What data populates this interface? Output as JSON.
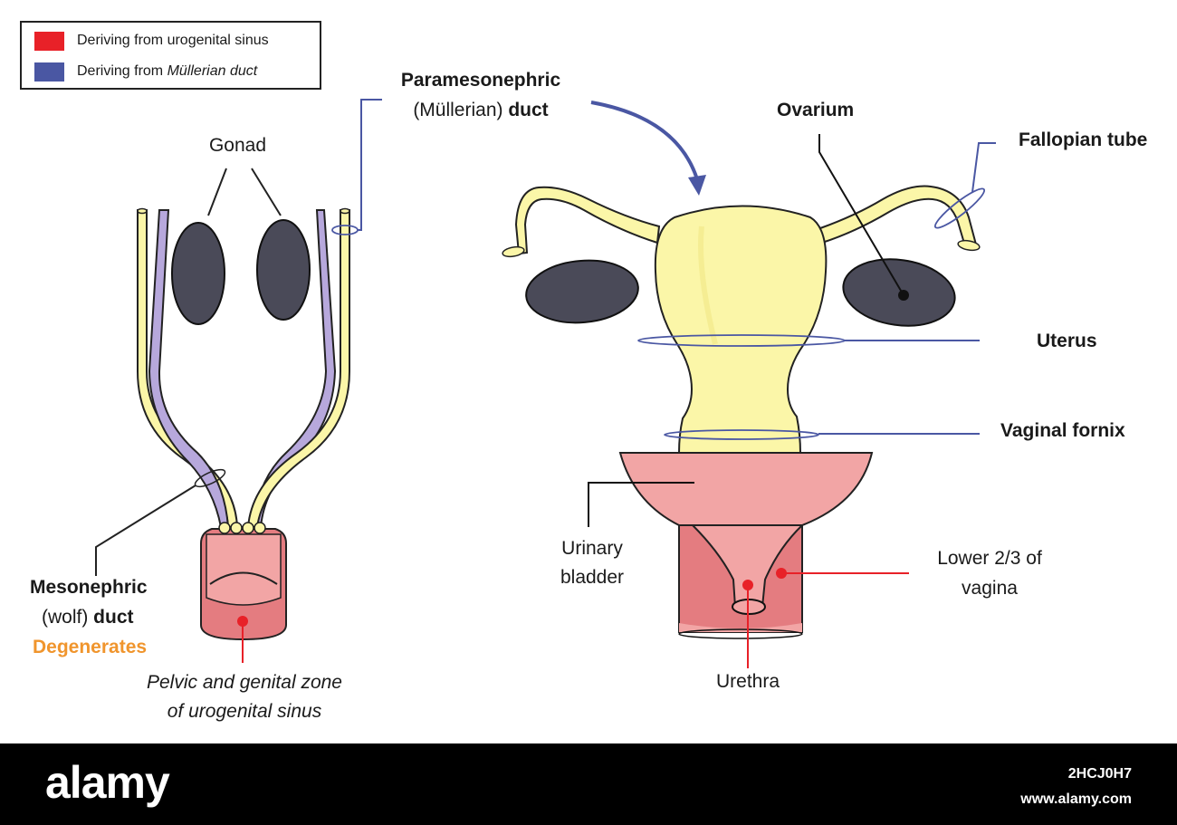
{
  "legend": {
    "items": [
      {
        "label": "Deriving from urogenital sinus",
        "color": "#e82128"
      },
      {
        "label": "Deriving from ",
        "label_italic": "Müllerian duct",
        "color": "#4a57a3"
      }
    ]
  },
  "left": {
    "gonad": "Gonad",
    "mesonephric_1": "Mesonephric",
    "mesonephric_2a": "(wolf) ",
    "mesonephric_2b": "duct",
    "degenerates": "Degenerates",
    "pelvic_1": "Pelvic and genital zone",
    "pelvic_2": "of urogenital sinus"
  },
  "right": {
    "paramesonephric_1": "Paramesonephric",
    "paramesonephric_2a": "(Müllerian) ",
    "paramesonephric_2b": "duct",
    "ovarium": "Ovarium",
    "fallopian": "Fallopian tube",
    "uterus": "Uterus",
    "vaginal_fornix": "Vaginal fornix",
    "urinary_1": "Urinary",
    "urinary_2": "bladder",
    "lower_1": "Lower 2/3 of",
    "lower_2": "vagina",
    "urethra": "Urethra"
  },
  "colors": {
    "yellow": "#fbf6a8",
    "lavender": "#b7a8dc",
    "gonad": "#4a4a58",
    "pink": "#f2a5a5",
    "pink_dark": "#e47c80",
    "blue_leader": "#4a57a3",
    "red_leader": "#e82128",
    "orange": "#f0952d"
  },
  "footer": {
    "logo": "alamy",
    "image_id": "2HCJ0H7",
    "site": "www.alamy.com"
  }
}
